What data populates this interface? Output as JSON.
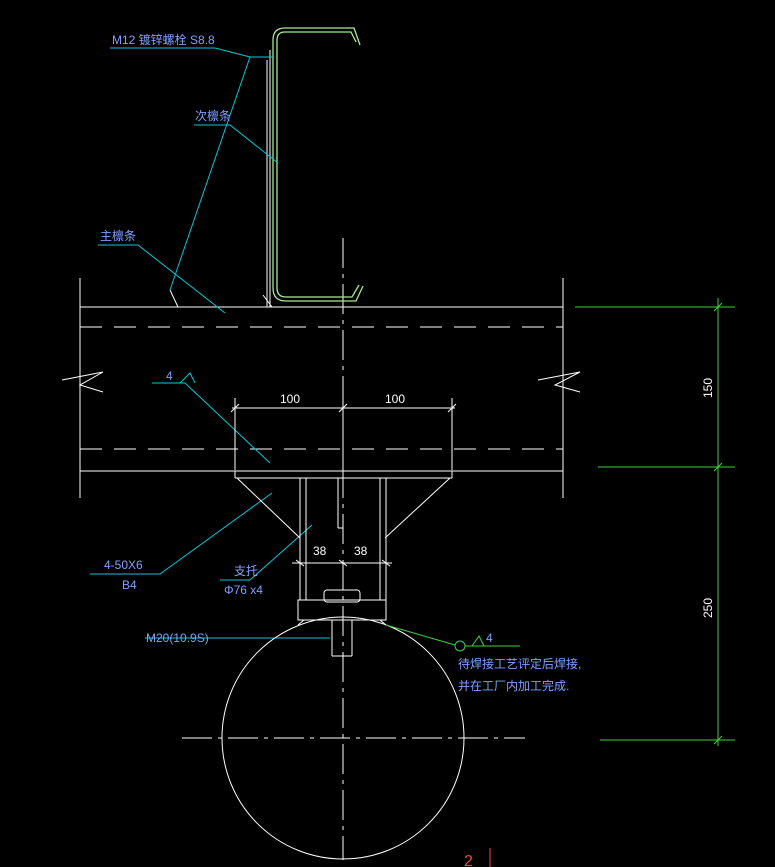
{
  "labels": {
    "bolt_m12": "M12 镀锌螺栓 S8.8",
    "secondary_purlin": "次檩条",
    "main_purlin": "主檩条",
    "weld_size_top": "4",
    "dim_left": "100",
    "dim_right": "100",
    "stiffener": "4-50X6",
    "stiffener_grade": "B4",
    "support": "支托",
    "support_spec": "Φ76 x4",
    "dim_38_left": "38",
    "dim_38_right": "38",
    "bolt_m20": "M20(10.9S)",
    "weld_size_right": "4",
    "note_line1": "待焊接工艺评定后焊接,",
    "note_line2": "并在工厂内加工完成.",
    "dim_150": "150",
    "dim_250": "250",
    "page_mark": "2"
  },
  "colors": {
    "background": "#000000",
    "steel": "#ffffff",
    "purlin": "#a8e890",
    "leader": "#00c8d8",
    "dimension": "#40d040",
    "text": "#7fa0ff",
    "mark": "#ff4040"
  }
}
